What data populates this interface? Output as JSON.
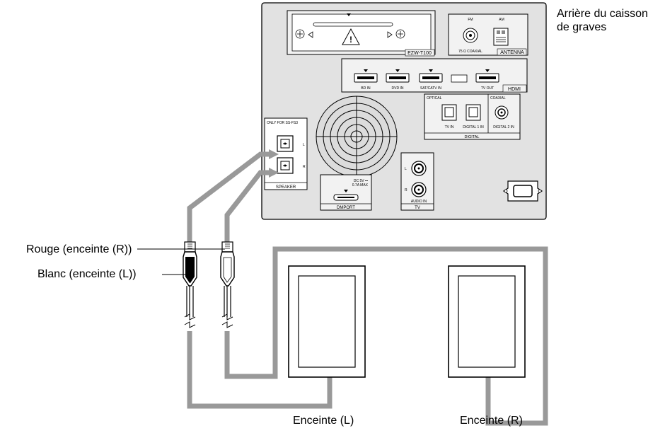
{
  "title_lines": [
    "Arrière du caisson",
    "de graves"
  ],
  "callouts": {
    "red": "Rouge (enceinte (R))",
    "white": "Blanc (enceinte (L))"
  },
  "speakers": {
    "left": "Enceinte (L)",
    "right": "Enceinte (R)"
  },
  "panel": {
    "ezw": "EZW-T100",
    "fm": "FM",
    "am": "AM",
    "coaxial_75": "75 Ω COAXIAL",
    "antenna": "ANTENNA",
    "hdmi_ports": [
      "BD IN",
      "DVD IN",
      "SAT/CATV IN",
      "TV OUT"
    ],
    "hdmi": "HDMI",
    "optical": "OPTICAL",
    "coaxial": "COAXIAL",
    "tv_in": "TV IN",
    "digital1": "DIGITAL 1 IN",
    "digital2": "DIGITAL 2 IN",
    "digital": "DIGITAL",
    "only_for": "ONLY FOR SS-FS3",
    "l": "L",
    "r": "R",
    "speaker": "SPEAKER",
    "dc1": "DC 5V ⎓",
    "dc2": "0.7A MAX",
    "dmport": "DMPORT",
    "audio_in": "AUDIO IN",
    "tv": "TV"
  },
  "colors": {
    "cable": "#999999",
    "panel": "#e2e2e2",
    "line": "#000000"
  }
}
